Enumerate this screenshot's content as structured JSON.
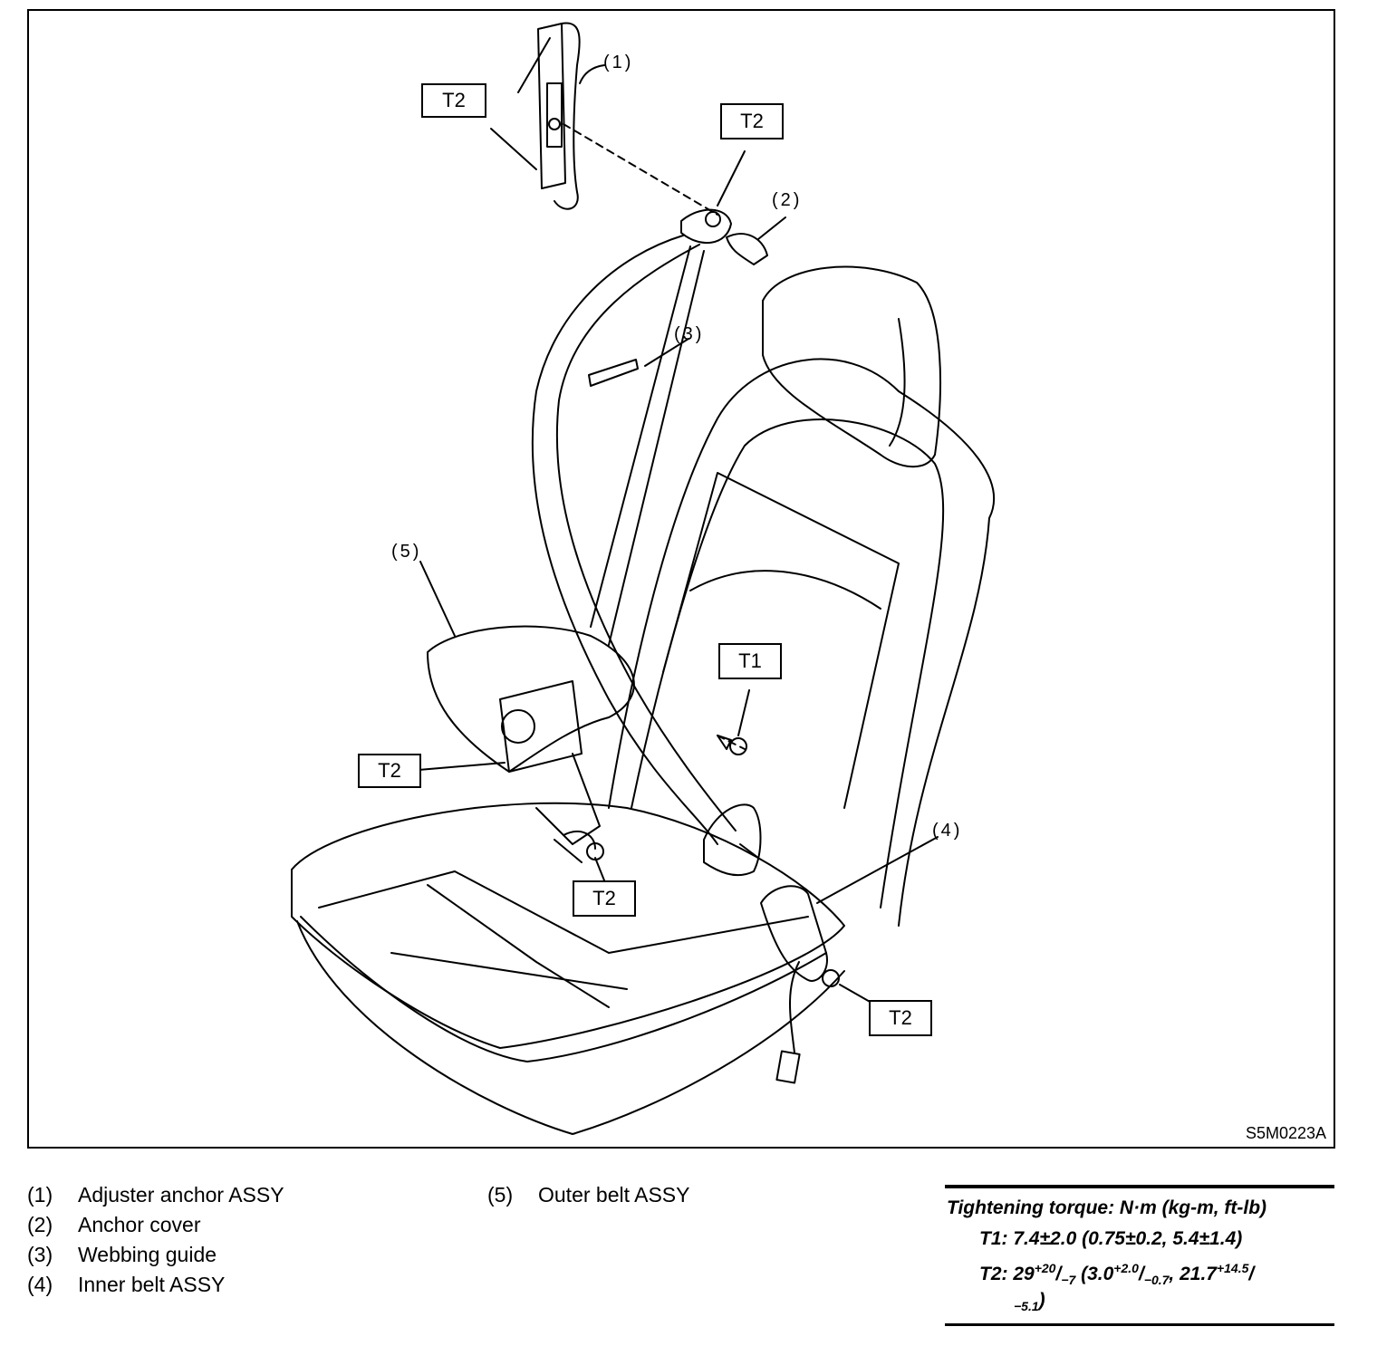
{
  "figure": {
    "code": "S5M0223A",
    "callouts": [
      "(1)",
      "(2)",
      "(3)",
      "(4)",
      "(5)"
    ],
    "torque_boxes": [
      "T2",
      "T2",
      "T1",
      "T2",
      "T2",
      "T2"
    ]
  },
  "legend_left": [
    {
      "idx": "(1)",
      "text": "Adjuster anchor ASSY"
    },
    {
      "idx": "(2)",
      "text": "Anchor cover"
    },
    {
      "idx": "(3)",
      "text": "Webbing guide"
    },
    {
      "idx": "(4)",
      "text": "Inner belt ASSY"
    }
  ],
  "legend_right": [
    {
      "idx": "(5)",
      "text": "Outer belt ASSY"
    }
  ],
  "torque": {
    "heading": "Tightening torque: N·m (kg-m, ft-lb)",
    "t1": "T1: 7.4±2.0 (0.75±0.2, 5.4±1.4)",
    "t2_label": "T2: 29",
    "t2_sup1": "+20",
    "t2_sub1": "−7",
    "t2_mid": " (3.0",
    "t2_sup2": "+2.0",
    "t2_sub2": "−0.7",
    "t2_mid2": ", 21.7",
    "t2_sup3": "+14.5",
    "t2_sub3": "−5.1",
    "t2_end": ")"
  }
}
